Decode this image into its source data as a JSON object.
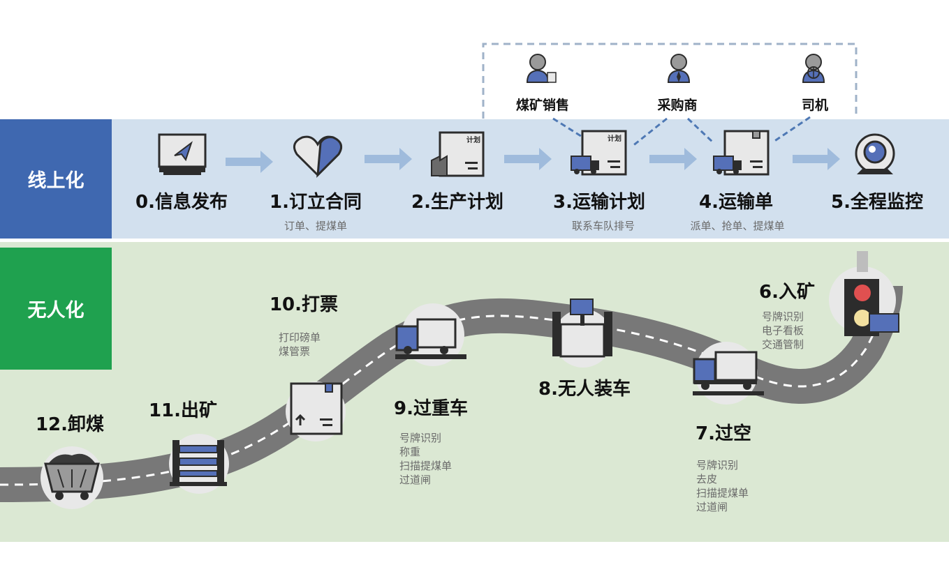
{
  "rows": {
    "online": "线上化",
    "unmanned": "无人化"
  },
  "roles": [
    {
      "label": "煤矿销售",
      "icon": "coal-sales-person-icon"
    },
    {
      "label": "采购商",
      "icon": "buyer-person-icon"
    },
    {
      "label": "司机",
      "icon": "driver-person-icon"
    }
  ],
  "online_steps": [
    {
      "title": "0.信息发布",
      "sub": "",
      "icon": "monitor-paper-plane-icon"
    },
    {
      "title": "1.订立合同",
      "sub": "订单、提煤单",
      "icon": "handshake-heart-icon"
    },
    {
      "title": "2.生产计划",
      "sub": "",
      "icon": "plan-box-factory-icon",
      "badge": "计划"
    },
    {
      "title": "3.运输计划",
      "sub": "联系车队排号",
      "icon": "plan-box-truck-icon",
      "badge": "计划"
    },
    {
      "title": "4.运输单",
      "sub": "派单、抢单、提煤单",
      "icon": "box-truck-icon"
    },
    {
      "title": "5.全程监控",
      "sub": "",
      "icon": "webcam-icon"
    }
  ],
  "unmanned_steps": [
    {
      "title": "6.入矿",
      "lines": [
        "号牌识别",
        "电子看板",
        "交通管制"
      ],
      "icon": "traffic-light-icon"
    },
    {
      "title": "7.过空",
      "lines": [
        "号牌识别",
        "去皮",
        "扫描提煤单",
        "过道闸"
      ],
      "icon": "truck-icon"
    },
    {
      "title": "8.无人装车",
      "lines": [],
      "icon": "loading-station-icon"
    },
    {
      "title": "9.过重车",
      "lines": [
        "号牌识别",
        "称重",
        "扫描提煤单",
        "过道闸"
      ],
      "icon": "truck-on-scale-icon"
    },
    {
      "title": "10.打票",
      "lines": [
        "打印磅单",
        "煤管票"
      ],
      "icon": "ticket-box-icon"
    },
    {
      "title": "11.出矿",
      "lines": [],
      "icon": "gate-icon"
    },
    {
      "title": "12.卸煤",
      "lines": [],
      "icon": "coal-cart-icon"
    }
  ],
  "colors": {
    "online_band": "#d2e0ee",
    "online_label": "#3f68b0",
    "unmanned_band": "#dbe8d3",
    "unmanned_label": "#1fa14f",
    "road": "#787878",
    "arrow": "#9fbbdc",
    "dash": "#4e78b4"
  }
}
